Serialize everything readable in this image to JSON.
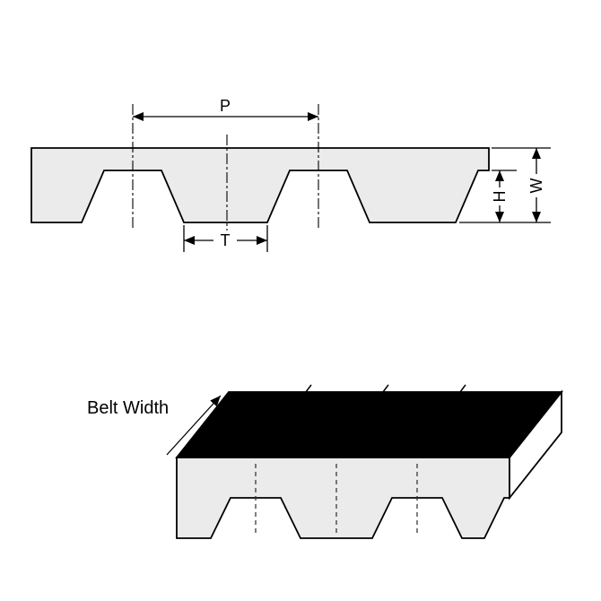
{
  "diagram": {
    "cross_section": {
      "pitch_label": "P",
      "tooth_width_label": "T",
      "tooth_height_label": "H",
      "thickness_label": "W"
    },
    "perspective": {
      "belt_width_label": "Belt Width"
    },
    "colors": {
      "belt_fill": "#ebebeb",
      "end_face_fill": "#ffffff",
      "top_face_fill": "#000000",
      "line_color": "#000000",
      "background": "#ffffff"
    }
  }
}
